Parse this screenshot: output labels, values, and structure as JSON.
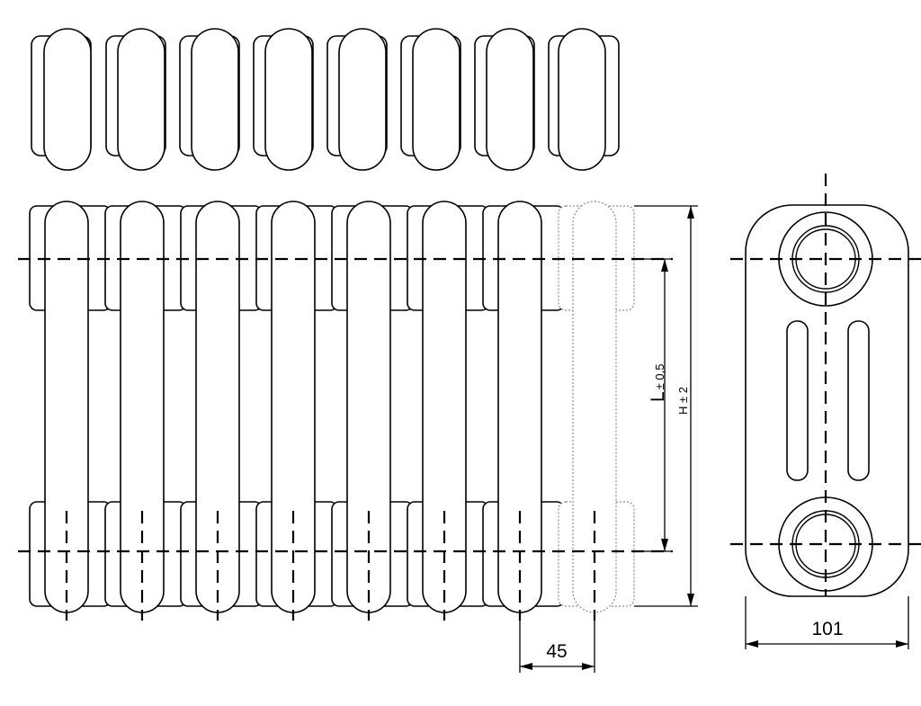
{
  "dimensions": {
    "section_pitch": "45",
    "depth": "101",
    "tolerance_center": "L",
    "tolerance_center_value": "± 0,5",
    "tolerance_height": "H ± 2"
  }
}
